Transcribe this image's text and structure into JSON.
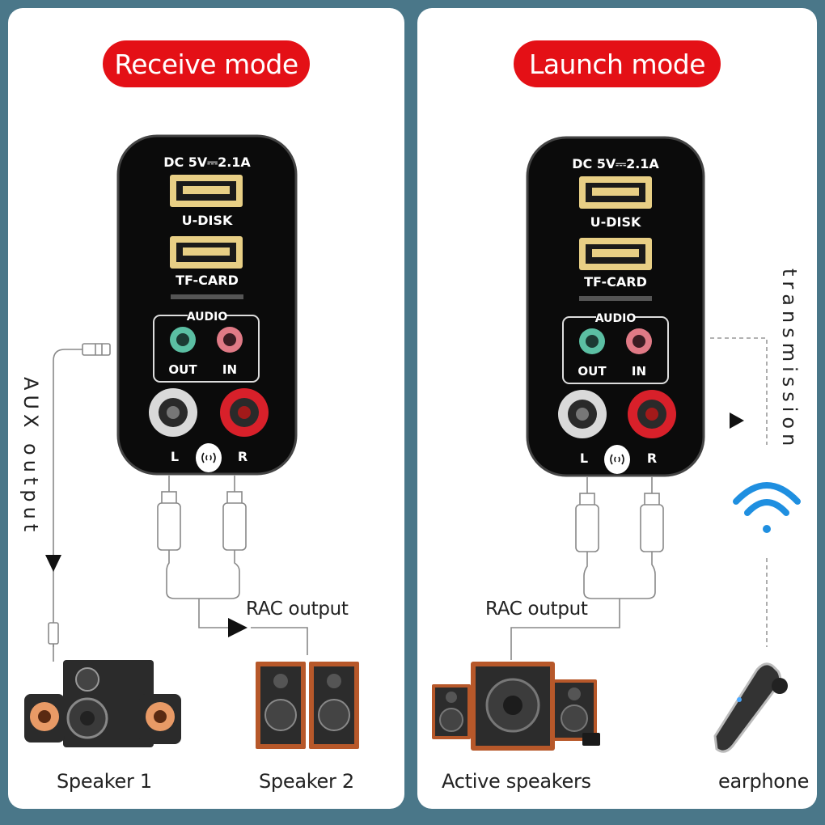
{
  "left_panel": {
    "mode_title": "Receive mode",
    "aux_label": "AUX output",
    "rac_label": "RAC output",
    "speaker1_label": "Speaker 1",
    "speaker2_label": "Speaker 2"
  },
  "right_panel": {
    "mode_title": "Launch mode",
    "rac_label": "RAC output",
    "transmission_label": "transmission",
    "active_speakers_label": "Active speakers",
    "earphone_label": "earphone"
  },
  "device": {
    "dc_label": "DC 5V⎓2.1A",
    "udisk_label": "U-DISK",
    "tfcard_label": "TF-CARD",
    "audio_label": "AUDIO",
    "out_label": "OUT",
    "in_label": "IN",
    "l_label": "L",
    "r_label": "R"
  },
  "colors": {
    "background": "#4a7789",
    "badge": "#e41016",
    "device_body": "#0b0b0b",
    "usb_gold": "#e8cf85",
    "jack_out": "#5bbfa3",
    "jack_in": "#e07a86",
    "rca_red": "#d8202a",
    "rca_white": "#d9d9d9",
    "bluetooth_blue": "#1f8fe0",
    "wood": "#b7582a"
  }
}
